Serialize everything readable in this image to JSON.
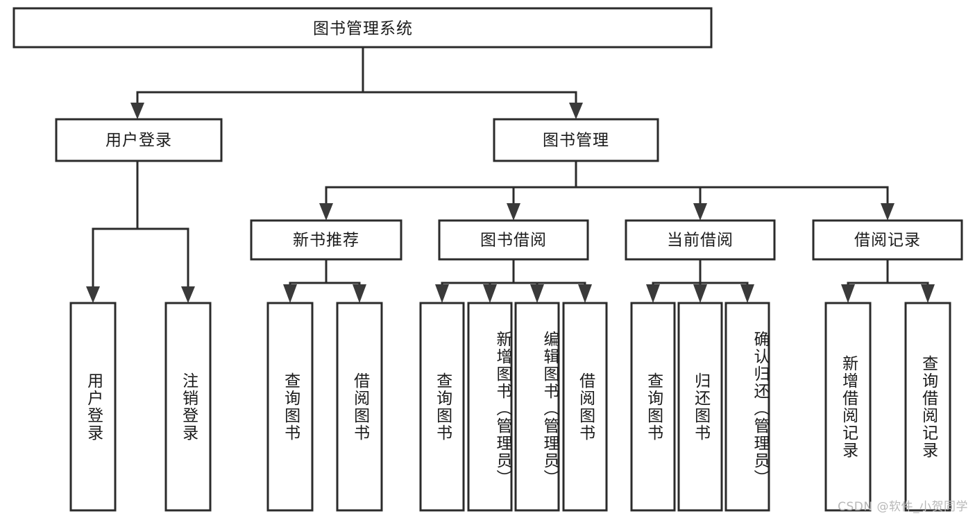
{
  "diagram": {
    "type": "hierarchy-tree",
    "title": "图书管理系统",
    "orientation": "top-down",
    "watermark": "CSDN @软件_小贺同学",
    "colors": {
      "box_stroke": "#2b2b2b",
      "box_fill": "#ffffff",
      "connector": "#2b2b2b",
      "text": "#1a1a1a",
      "watermark": "#b8b8b8",
      "background": "#ffffff"
    },
    "root": {
      "label": "图书管理系统"
    },
    "level1": [
      {
        "label": "用户登录"
      },
      {
        "label": "图书管理"
      }
    ],
    "level2": [
      {
        "label": "新书推荐"
      },
      {
        "label": "图书借阅"
      },
      {
        "label": "当前借阅"
      },
      {
        "label": "借阅记录"
      }
    ],
    "leaves": {
      "user_login": [
        {
          "label": "用户登录"
        },
        {
          "label": "注销登录"
        }
      ],
      "new_book_recommend": [
        {
          "label": "查询图书"
        },
        {
          "label": "借阅图书"
        }
      ],
      "book_borrow": [
        {
          "label": "查询图书"
        },
        {
          "label": "新增图书（管理员）"
        },
        {
          "label": "编辑图书（管理员）"
        },
        {
          "label": "借阅图书"
        }
      ],
      "current_borrow": [
        {
          "label": "查询图书"
        },
        {
          "label": "归还图书"
        },
        {
          "label": "确认归还（管理员）"
        }
      ],
      "borrow_record": [
        {
          "label": "新增借阅记录"
        },
        {
          "label": "查询借阅记录"
        }
      ]
    }
  }
}
